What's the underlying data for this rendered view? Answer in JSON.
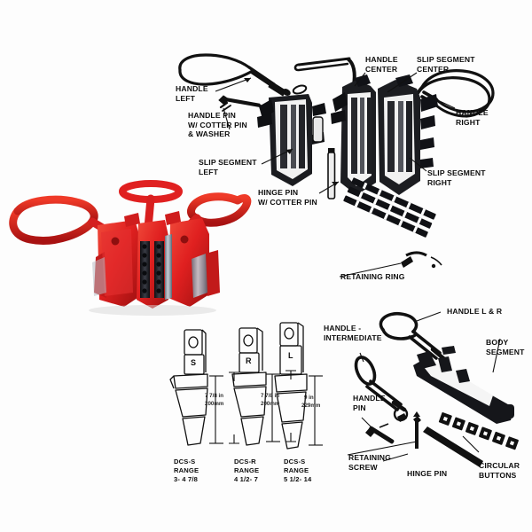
{
  "document": {
    "kind": "exploded-parts-diagram",
    "subject": "Drill Pipe Slip Tool",
    "background_color": "#fdfdfd",
    "ink_color": "#0d0d0d",
    "accent_color": "#e02020"
  },
  "labels": {
    "handle_left": "HANDLE\nLEFT",
    "handle_pin_cotter_washer": "HANDLE PIN\nW/ COTTER PIN\n& WASHER",
    "handle_center": "HANDLE\nCENTER",
    "slip_segment_center": "SLIP SEGMENT\nCENTER",
    "handle_right": "HANDLE\nRIGHT",
    "slip_segment_left": "SLIP SEGMENT\nLEFT",
    "slip_segment_right": "SLIP SEGMENT\nRIGHT",
    "hinge_pin_cotter": "HINGE PIN\nW/ COTTER PIN",
    "retaining_ring": "RETAINING RING",
    "handle_intermediate": "HANDLE -\nINTERMEDIATE",
    "handle_l_r": "HANDLE L & R",
    "body_segment": "BODY\nSEGMENT",
    "handle_pin": "HANDLE\nPIN",
    "retaining_screw": "RETAINING\nSCREW",
    "hinge_pin": "HINGE PIN",
    "circular_buttons": "CIRCULAR\nBUTTONS"
  },
  "segment_figures": [
    {
      "tag": "S",
      "dimension_in": "7 7/8 in",
      "dimension_mm": "200mm",
      "model": "DCS-S",
      "range_word": "RANGE",
      "range_value": "3- 4 7/8"
    },
    {
      "tag": "R",
      "dimension_in": "7 7/8 in",
      "dimension_mm": "200mm",
      "model": "DCS-R",
      "range_word": "RANGE",
      "range_value": "4 1/2- 7"
    },
    {
      "tag": "L",
      "dimension_in": "9 in",
      "dimension_mm": "229mm",
      "model": "DCS-S",
      "range_word": "RANGE",
      "range_value": "5 1/2- 14"
    }
  ],
  "photo": {
    "alt_name": "red-drill-pipe-slip-photo",
    "body_color": "#e02020",
    "body_shadow": "#a31111",
    "die_color": "#15161b",
    "steel_color": "#9aa3b0"
  }
}
